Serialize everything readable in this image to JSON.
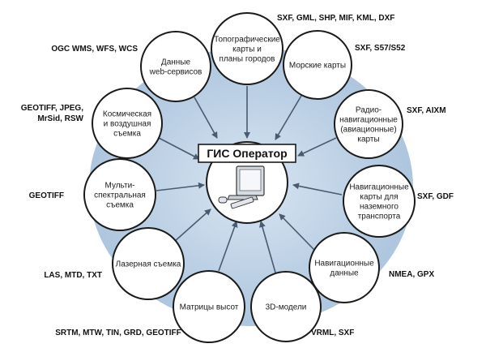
{
  "center": {
    "title": "ГИС Оператор",
    "icon": "computer-icon"
  },
  "nodes": [
    {
      "id": "topo",
      "lines": [
        "Топографические",
        "карты и",
        "планы городов"
      ],
      "formats": "SXF, GML, SHP, MIF, KML, DXF"
    },
    {
      "id": "marine",
      "lines": [
        "Морские карты"
      ],
      "formats": "SXF, S57/S52"
    },
    {
      "id": "radio",
      "lines": [
        "Радио-",
        "навигационные",
        "(авиационные)",
        "карты"
      ],
      "formats": "SXF, AIXM"
    },
    {
      "id": "ground",
      "lines": [
        "Навигационные",
        "карты для",
        "наземного",
        "транспорта"
      ],
      "formats": "SXF, GDF"
    },
    {
      "id": "navdata",
      "lines": [
        "Навигационные",
        "данные"
      ],
      "formats": "NMEA, GPX"
    },
    {
      "id": "model3d",
      "lines": [
        "3D-модели"
      ],
      "formats": "VRML, SXF"
    },
    {
      "id": "matrix",
      "lines": [
        "Матрицы высот"
      ],
      "formats": "SRTM, MTW, TIN, GRD, GEOTIFF"
    },
    {
      "id": "laser",
      "lines": [
        "Лазерная съемка"
      ],
      "formats": "LAS, MTD, TXT"
    },
    {
      "id": "multi",
      "lines": [
        "Мульти-",
        "спектральная",
        "съемка"
      ],
      "formats": "GEOTIFF"
    },
    {
      "id": "space",
      "lines": [
        "Космическая",
        "и воздушная",
        "съемка"
      ],
      "formats": [
        "GEOTIFF, JPEG,",
        "MrSid, RSW"
      ]
    },
    {
      "id": "web",
      "lines": [
        "Данные",
        "web-сервисов"
      ],
      "formats": "OGC WMS, WFS, WCS"
    }
  ],
  "colors": {
    "background_blob": "#b7cde3",
    "circle_stroke": "#1a1a1a",
    "arrow": "#4a5a70"
  }
}
